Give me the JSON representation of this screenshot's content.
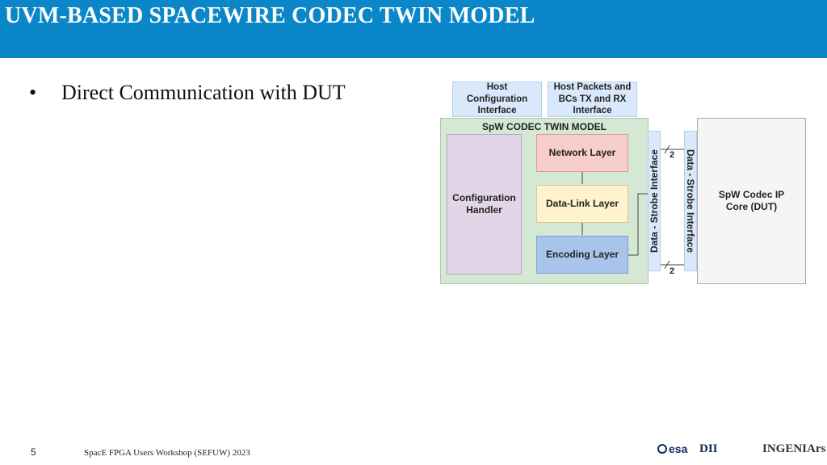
{
  "header": {
    "title": "UVM-BASED SPACEWIRE CODEC TWIN MODEL"
  },
  "body": {
    "bullet": "•",
    "bullet_text": "Direct Communication with DUT"
  },
  "diagram": {
    "host_config": "Host Configuration Interface",
    "host_packets": "Host Packets and BCs TX and RX Interface",
    "twin_model_label": "SpW CODEC TWIN MODEL",
    "config_handler": "Configuration Handler",
    "network_layer": "Network Layer",
    "datalink_layer": "Data-Link Layer",
    "encoding_layer": "Encoding Layer",
    "ds_interface_left": "Data - Strobe Interface",
    "ds_interface_right": "Data - Strobe Interface",
    "bus_width_top": "2",
    "bus_width_bottom": "2",
    "dut": "SpW Codec IP Core (DUT)"
  },
  "footer": {
    "page_number": "5",
    "event": "SpacE FPGA Users Workshop (SEFUW) 2023",
    "logo_esa": "esa",
    "logo_dii": "DII",
    "logo_ingeniars": "INGENIArs"
  },
  "colors": {
    "title_bar": "#0b87c9",
    "twin_model_bg": "#d5e8d4",
    "network_layer": "#f8cecc",
    "datalink_layer": "#fff2cc",
    "encoding_layer": "#a9c4eb",
    "config_handler": "#e1d5e7",
    "interface": "#dae8fc",
    "dut": "#f5f5f5"
  }
}
